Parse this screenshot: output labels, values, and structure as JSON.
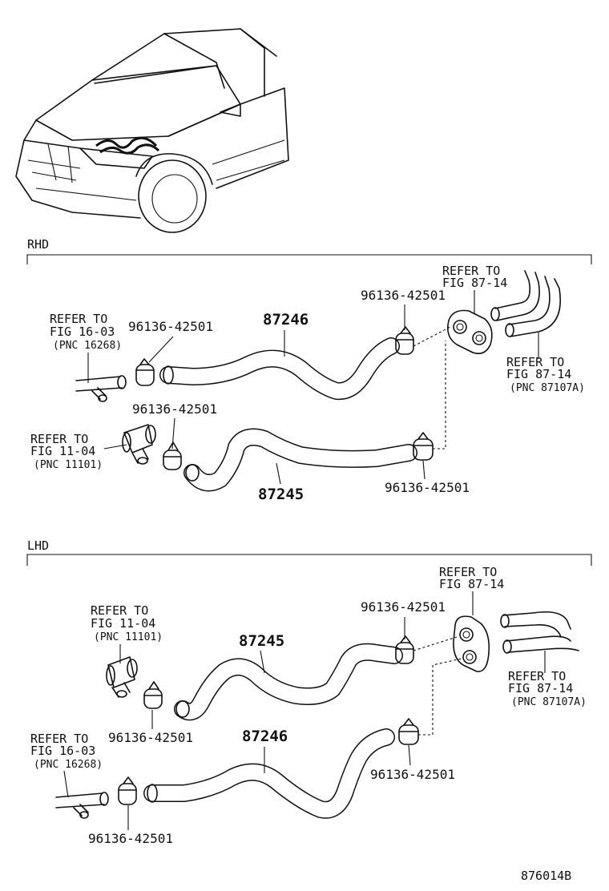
{
  "sections": {
    "rhd": "RHD",
    "lhd": "LHD"
  },
  "rhd": {
    "refer_16_03": {
      "l1": "REFER TO",
      "l2": "FIG 16-03",
      "l3": "(PNC 16268)"
    },
    "refer_11_04": {
      "l1": "REFER TO",
      "l2": "FIG 11-04",
      "l3": "(PNC 11101)"
    },
    "refer_87_14_top": {
      "l1": "REFER TO",
      "l2": "FIG 87-14"
    },
    "refer_87_14_right": {
      "l1": "REFER TO",
      "l2": "FIG 87-14",
      "l3": "(PNC 87107A)"
    },
    "clamp_a": "96136-42501",
    "clamp_b": "96136-42501",
    "clamp_c": "96136-42501",
    "clamp_d": "96136-42501",
    "hose_upper": "87246",
    "hose_lower": "87245"
  },
  "lhd": {
    "refer_11_04": {
      "l1": "REFER TO",
      "l2": "FIG 11-04",
      "l3": "(PNC 11101)"
    },
    "refer_16_03": {
      "l1": "REFER TO",
      "l2": "FIG 16-03",
      "l3": "(PNC 16268)"
    },
    "refer_87_14_top": {
      "l1": "REFER TO",
      "l2": "FIG 87-14"
    },
    "refer_87_14_right": {
      "l1": "REFER TO",
      "l2": "FIG 87-14",
      "l3": "(PNC 87107A)"
    },
    "clamp_a": "96136-42501",
    "clamp_b": "96136-42501",
    "clamp_c": "96136-42501",
    "clamp_d": "96136-42501",
    "hose_upper": "87245",
    "hose_lower": "87246"
  },
  "figure_id": "876014B"
}
